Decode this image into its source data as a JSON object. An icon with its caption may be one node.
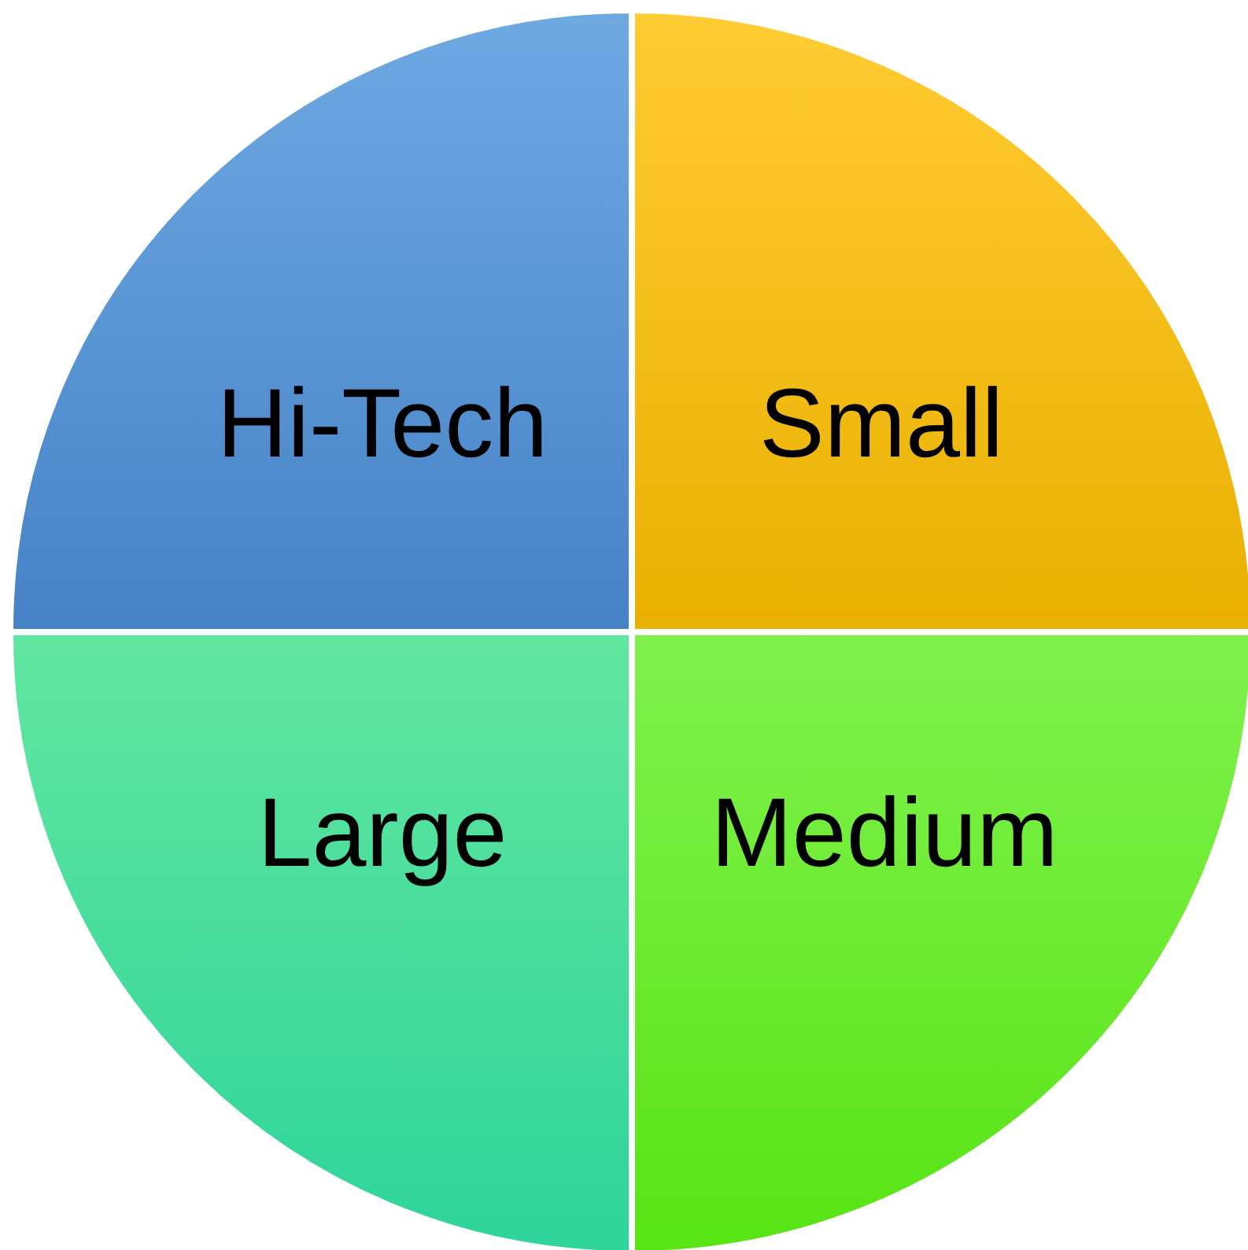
{
  "diagram": {
    "nodes": [
      {
        "text": [
          "Hi-Tech"
        ]
      },
      {
        "text": [
          "Small"
        ]
      },
      {
        "text": [
          "Large"
        ]
      },
      {
        "text": [
          "Medium"
        ]
      }
    ]
  }
}
